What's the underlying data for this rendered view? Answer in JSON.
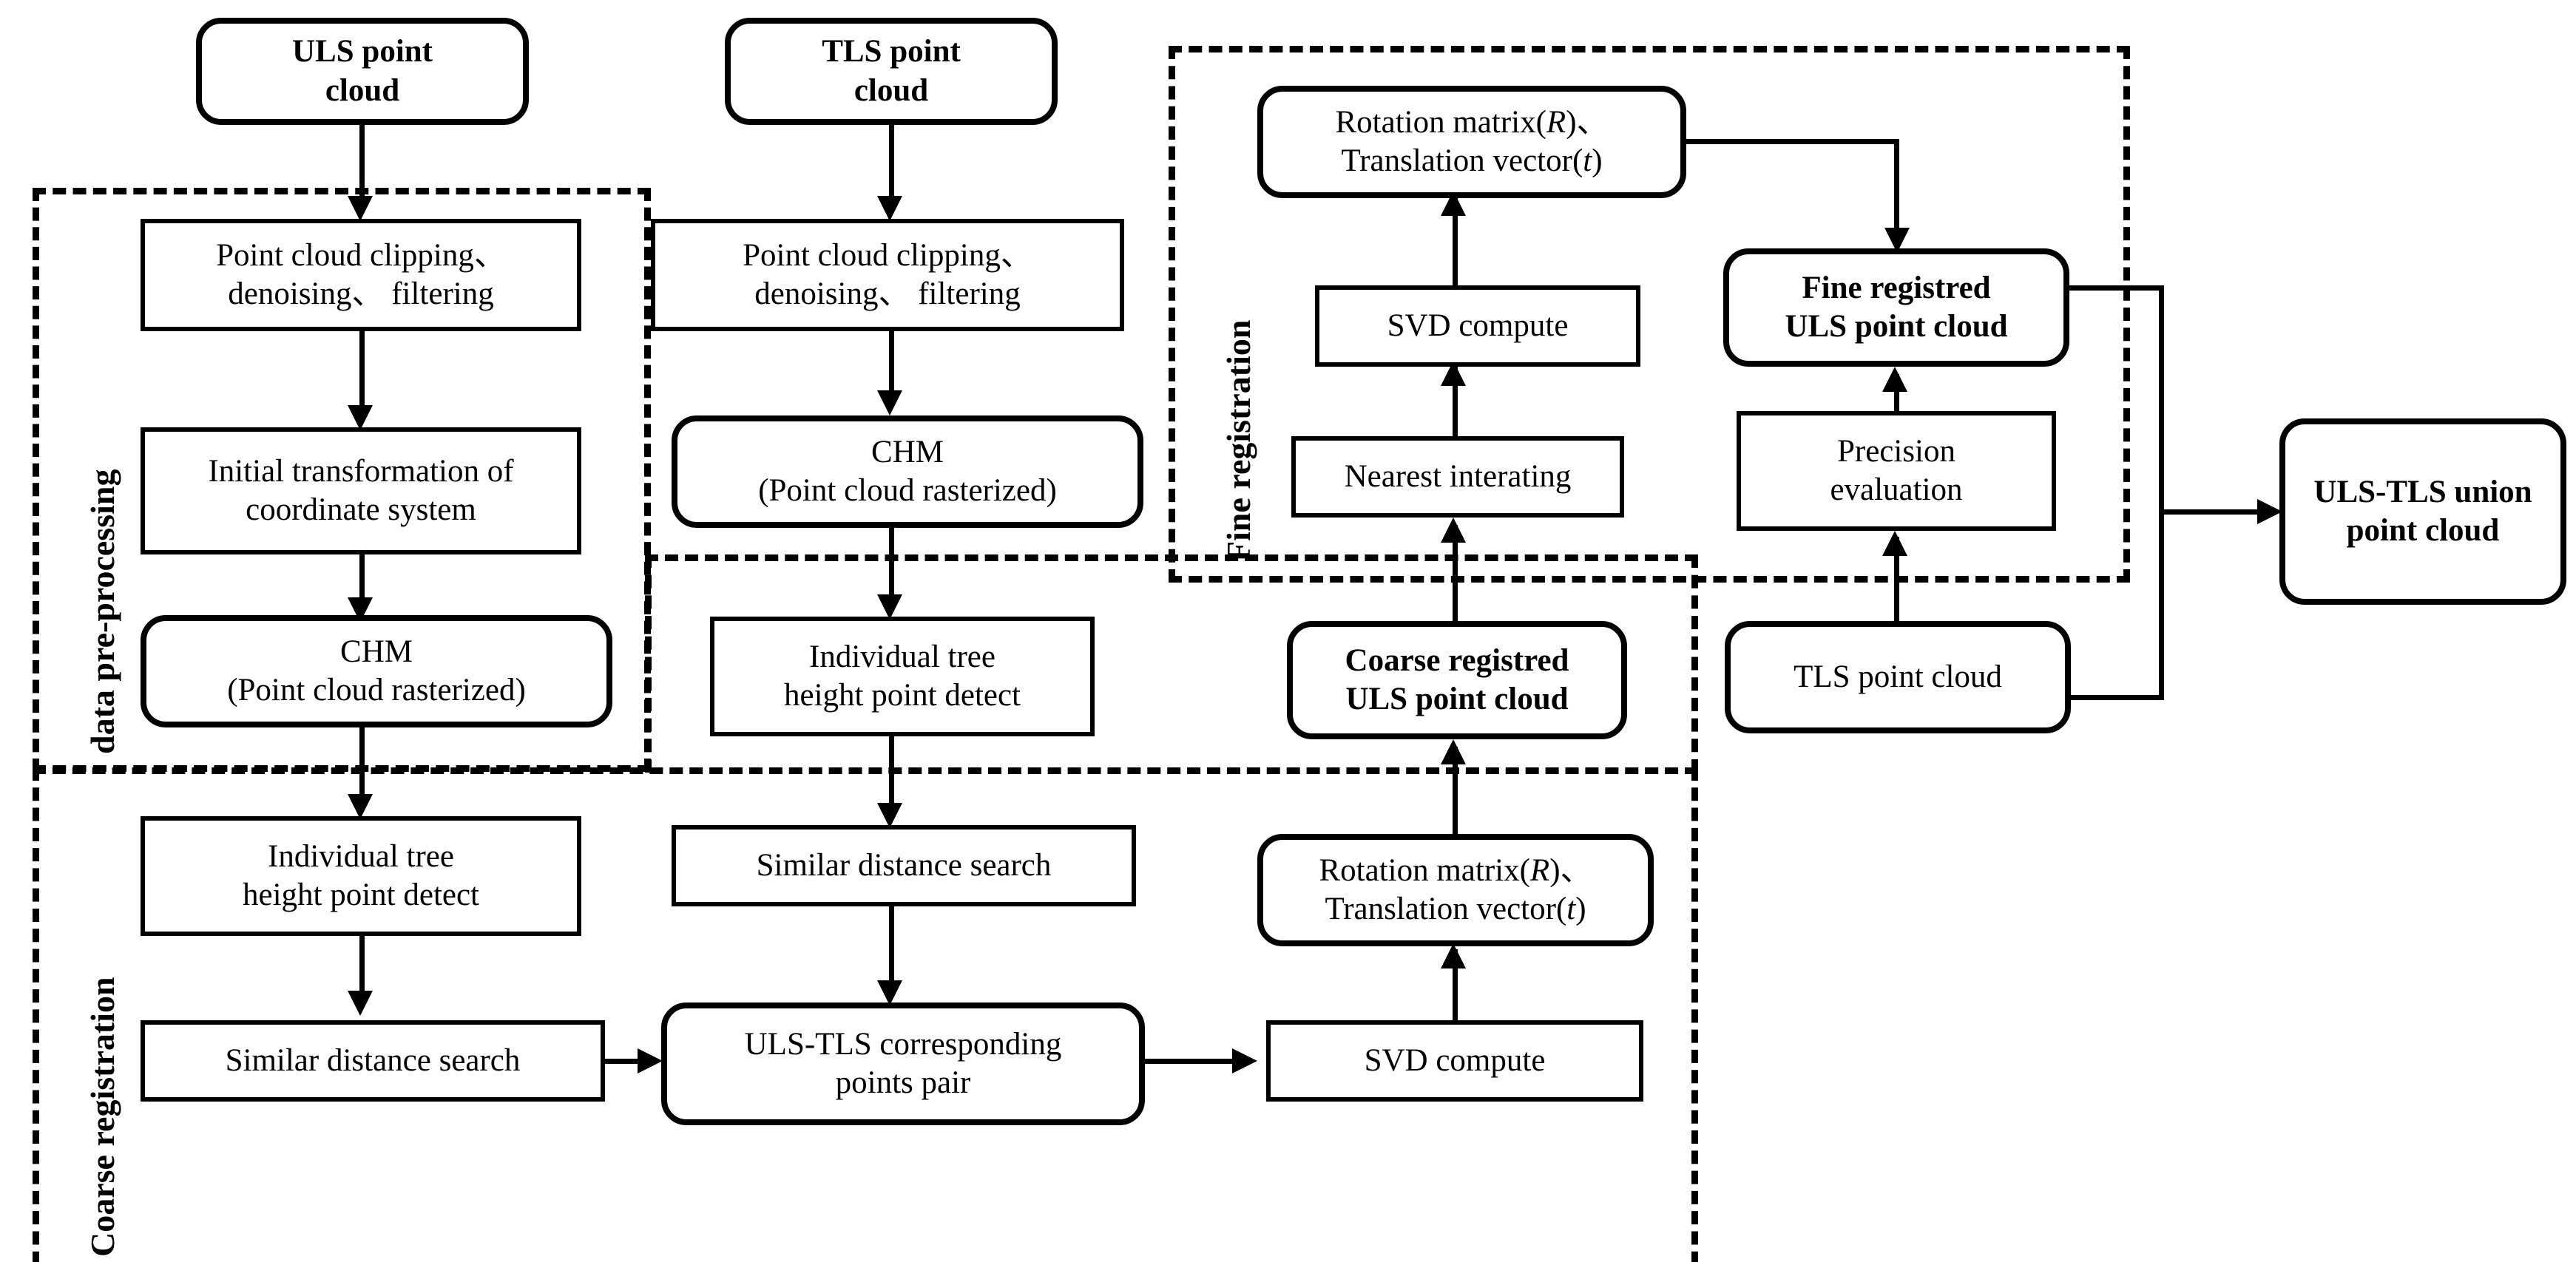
{
  "diagram": {
    "title": "ULS-TLS point cloud registration workflow",
    "line_color": "#000000",
    "background": "#ffffff"
  },
  "groups": [
    {
      "id": "data-pre-processing",
      "label": "data pre-processing"
    },
    {
      "id": "coarse-registration",
      "label": "Coarse registration"
    },
    {
      "id": "fine-registration",
      "label": "Fine registration"
    }
  ],
  "nodes": {
    "uls_point_cloud": {
      "line1": "ULS point",
      "line2": "cloud"
    },
    "tls_point_cloud_top": {
      "line1": "TLS point",
      "line2": "cloud"
    },
    "uls_clean": {
      "line1": "Point cloud clipping、",
      "line2": "denoising、 filtering"
    },
    "tls_clean": {
      "line1": "Point cloud clipping、",
      "line2": "denoising、 filtering"
    },
    "initial_transform": {
      "line1": "Initial transformation of",
      "line2": "coordinate system"
    },
    "uls_chm": {
      "line1": "CHM",
      "line2": "(Point cloud rasterized)"
    },
    "tls_chm": {
      "line1": "CHM",
      "line2": "(Point cloud rasterized)"
    },
    "uls_tree_detect": {
      "line1": "Individual tree",
      "line2": "height point detect"
    },
    "tls_tree_detect": {
      "line1": "Individual tree",
      "line2": "height point detect"
    },
    "uls_similar_search": {
      "line1": "Similar distance search"
    },
    "tls_similar_search": {
      "line1": "Similar distance search"
    },
    "corresponding_pair": {
      "line1": "ULS-TLS corresponding",
      "line2": "points pair"
    },
    "svd_coarse": {
      "line1": "SVD compute"
    },
    "rt_coarse": {
      "line1_a": "Rotation matrix(",
      "line1_i": "R",
      "line1_b": ")、",
      "line2_a": "Translation vector(",
      "line2_i": "t",
      "line2_b": ")"
    },
    "coarse_registred": {
      "line1": "Coarse registred",
      "line2": "ULS point cloud"
    },
    "nearest_iterating": {
      "line1": "Nearest interating"
    },
    "svd_fine": {
      "line1": "SVD compute"
    },
    "rt_fine": {
      "line1_a": "Rotation matrix(",
      "line1_i": "R",
      "line1_b": ")、",
      "line2_a": "Translation vector(",
      "line2_i": "t",
      "line2_b": ")"
    },
    "fine_registred": {
      "line1": "Fine registred",
      "line2": "ULS point cloud"
    },
    "precision_eval": {
      "line1": "Precision",
      "line2": "evaluation"
    },
    "tls_point_cloud_low": {
      "line1": "TLS point  cloud"
    },
    "union_output": {
      "line1": "ULS-TLS union",
      "line2": "point cloud"
    }
  },
  "chart_data": {
    "type": "diagram",
    "flow_edges": [
      "ULS point cloud -> Point cloud clipping, denoising, filtering",
      "Point cloud clipping, denoising, filtering -> Initial transformation of coordinate system",
      "Initial transformation of coordinate system -> CHM (Point cloud rasterized)",
      "CHM (Point cloud rasterized) -> Individual tree height point detect",
      "Individual tree height point detect -> Similar distance search",
      "Similar distance search -> ULS-TLS corresponding points pair",
      "TLS point cloud -> Point cloud clipping, denoising, filtering",
      "Point cloud clipping, denoising, filtering -> CHM (Point cloud rasterized)",
      "CHM (Point cloud rasterized) -> Individual tree height point detect",
      "Individual tree height point detect -> Similar distance search",
      "Similar distance search -> ULS-TLS corresponding points pair",
      "ULS-TLS corresponding points pair -> SVD compute",
      "SVD compute -> Rotation matrix(R), Translation vector(t)",
      "Rotation matrix(R), Translation vector(t) -> Coarse registred ULS point cloud",
      "Coarse registred ULS point cloud -> Nearest interating",
      "Nearest interating -> SVD compute",
      "SVD compute -> Rotation matrix(R), Translation vector(t)",
      "Rotation matrix(R), Translation vector(t) -> Fine registred ULS point cloud",
      "Precision evaluation -> Fine registred ULS point cloud",
      "TLS point  cloud -> Precision evaluation",
      "Fine registred ULS point cloud -> ULS-TLS union point cloud",
      "TLS point  cloud -> ULS-TLS union point cloud"
    ]
  }
}
